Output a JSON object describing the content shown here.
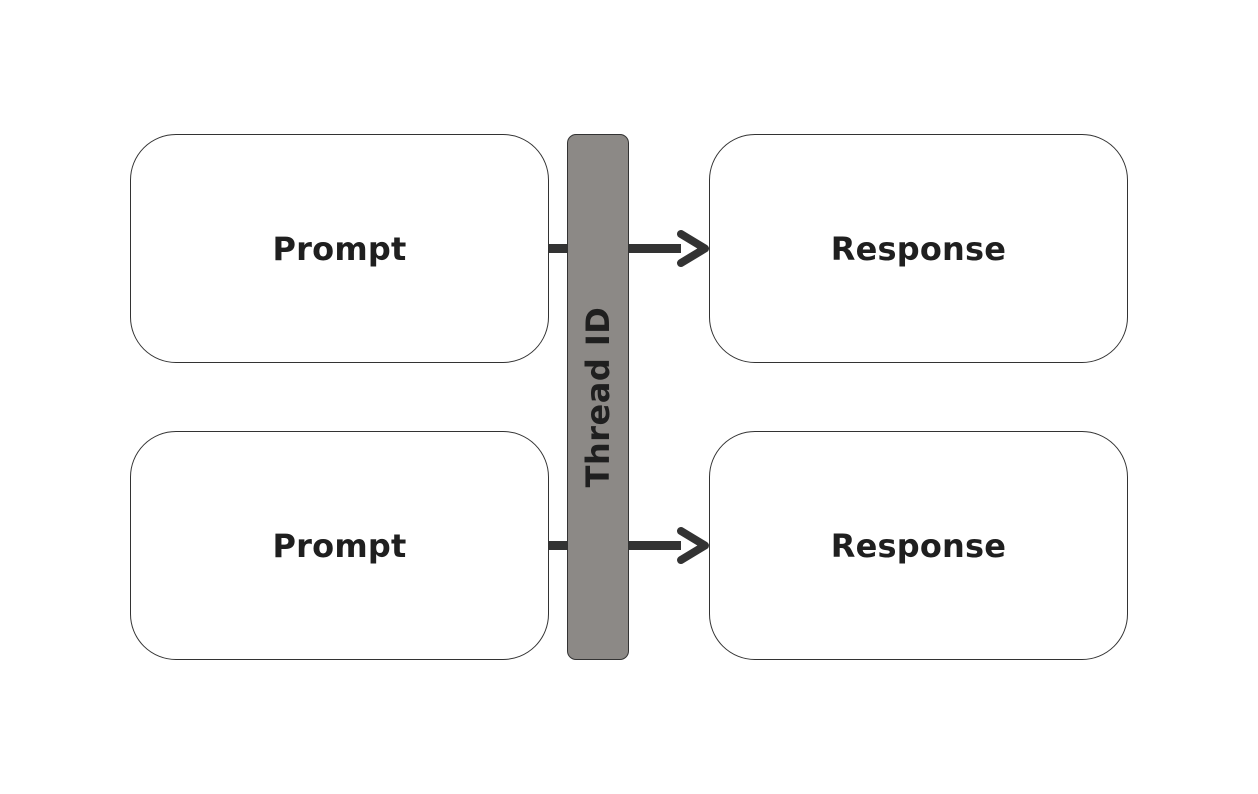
{
  "diagram": {
    "thread_label": "Thread ID",
    "rows": [
      {
        "prompt_label": "Prompt",
        "response_label": "Response"
      },
      {
        "prompt_label": "Prompt",
        "response_label": "Response"
      }
    ],
    "colors": {
      "box_border": "#333333",
      "box_fill": "#ffffff",
      "thread_fill": "#8c8986",
      "arrow": "#333333",
      "text": "#1f1f1f"
    }
  }
}
